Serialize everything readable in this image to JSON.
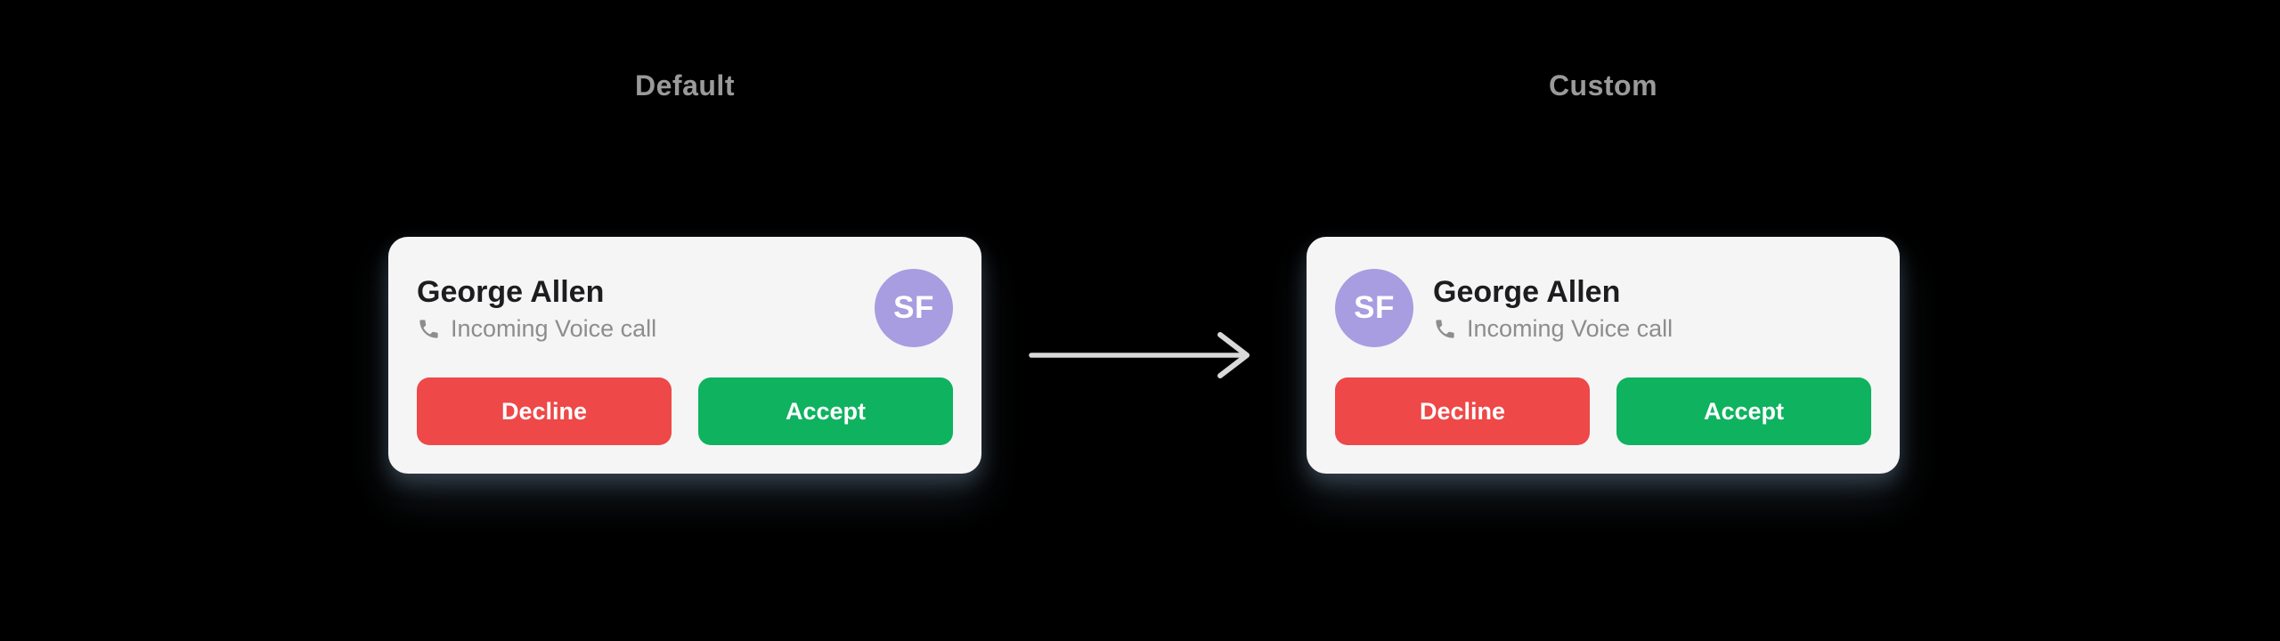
{
  "page": {
    "background": "#000000"
  },
  "cards": [
    {
      "variant_label": "Default",
      "name": "George Allen",
      "status": "Incoming Voice call",
      "avatar_initials": "SF",
      "decline_label": "Decline",
      "accept_label": "Accept",
      "avatar_position": "right"
    },
    {
      "variant_label": "Custom",
      "name": "George Allen",
      "status": "Incoming Voice call",
      "avatar_initials": "SF",
      "decline_label": "Decline",
      "accept_label": "Accept",
      "avatar_position": "left"
    }
  ],
  "arrow": {
    "direction": "left-to-right"
  },
  "icons": {
    "subtitle": "phone-icon",
    "between_cards": "arrow-right-icon"
  },
  "colors": {
    "page_bg": "#000000",
    "card_bg": "#f5f5f6",
    "title_text": "#1d1d1f",
    "subtitle_text": "#8d8d8d",
    "label_text": "#9a9a9a",
    "decline_bg": "#ee4848",
    "accept_bg": "#0fb25f",
    "button_text": "#ffffff",
    "avatar_bg": "#a89de0",
    "avatar_text": "#ffffff",
    "arrow_color": "#d9d9d9"
  }
}
